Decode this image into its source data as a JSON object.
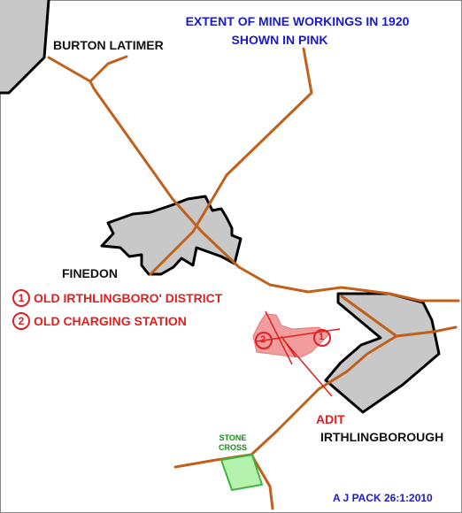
{
  "map": {
    "title_line1": "EXTENT OF MINE WORKINGS IN 1920",
    "title_line2": "SHOWN IN PINK",
    "towns": {
      "burton_latimer": "BURTON LATIMER",
      "finedon": "FINEDON",
      "irthlingborough": "IRTHLINGBOROUGH"
    },
    "legend": [
      {
        "number": "1",
        "label": "OLD IRTHLINGBORO' DISTRICT"
      },
      {
        "number": "2",
        "label": "OLD CHARGING STATION"
      }
    ],
    "adit_label": "ADIT",
    "site_label_line1": "STONE",
    "site_label_line2": "CROSS",
    "credit": "A J PACK  26:1:2010",
    "colors": {
      "road": "#c0601a",
      "town_fill": "#c8c8c8",
      "town_outline": "#000000",
      "workings": "#f08c8c",
      "railway": "#e02020",
      "site_fill": "#a8f0a0",
      "site_outline": "#3cb43c",
      "title_text": "#1a1acc",
      "legend_text": "#e02020"
    }
  }
}
